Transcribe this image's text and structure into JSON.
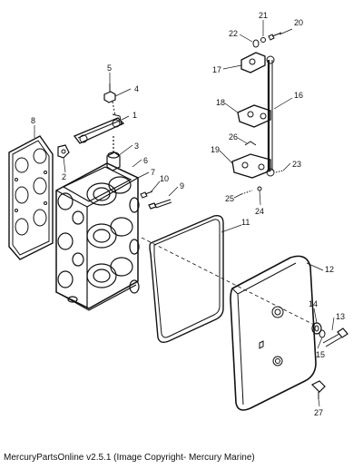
{
  "caption": "MercuryPartsOnline v2.5.1 (Image Copyright- Mercury Marine)",
  "callouts": [
    {
      "id": "p1",
      "number": "1"
    },
    {
      "id": "p2",
      "number": "2"
    },
    {
      "id": "p3",
      "number": "3"
    },
    {
      "id": "p4",
      "number": "4"
    },
    {
      "id": "p5",
      "number": "5"
    },
    {
      "id": "p6",
      "number": "6"
    },
    {
      "id": "p7",
      "number": "7"
    },
    {
      "id": "p8",
      "number": "8"
    },
    {
      "id": "p9",
      "number": "9"
    },
    {
      "id": "p10",
      "number": "10"
    },
    {
      "id": "p11",
      "number": "11"
    },
    {
      "id": "p12",
      "number": "12"
    },
    {
      "id": "p13",
      "number": "13"
    },
    {
      "id": "p14",
      "number": "14"
    },
    {
      "id": "p15",
      "number": "15"
    },
    {
      "id": "p16",
      "number": "16"
    },
    {
      "id": "p17",
      "number": "17"
    },
    {
      "id": "p18",
      "number": "18"
    },
    {
      "id": "p19",
      "number": "19"
    },
    {
      "id": "p20",
      "number": "20"
    },
    {
      "id": "p21",
      "number": "21"
    },
    {
      "id": "p22",
      "number": "22"
    },
    {
      "id": "p23",
      "number": "23"
    },
    {
      "id": "p24",
      "number": "24"
    },
    {
      "id": "p25",
      "number": "25"
    },
    {
      "id": "p26",
      "number": "26"
    },
    {
      "id": "p27",
      "number": "27"
    }
  ]
}
